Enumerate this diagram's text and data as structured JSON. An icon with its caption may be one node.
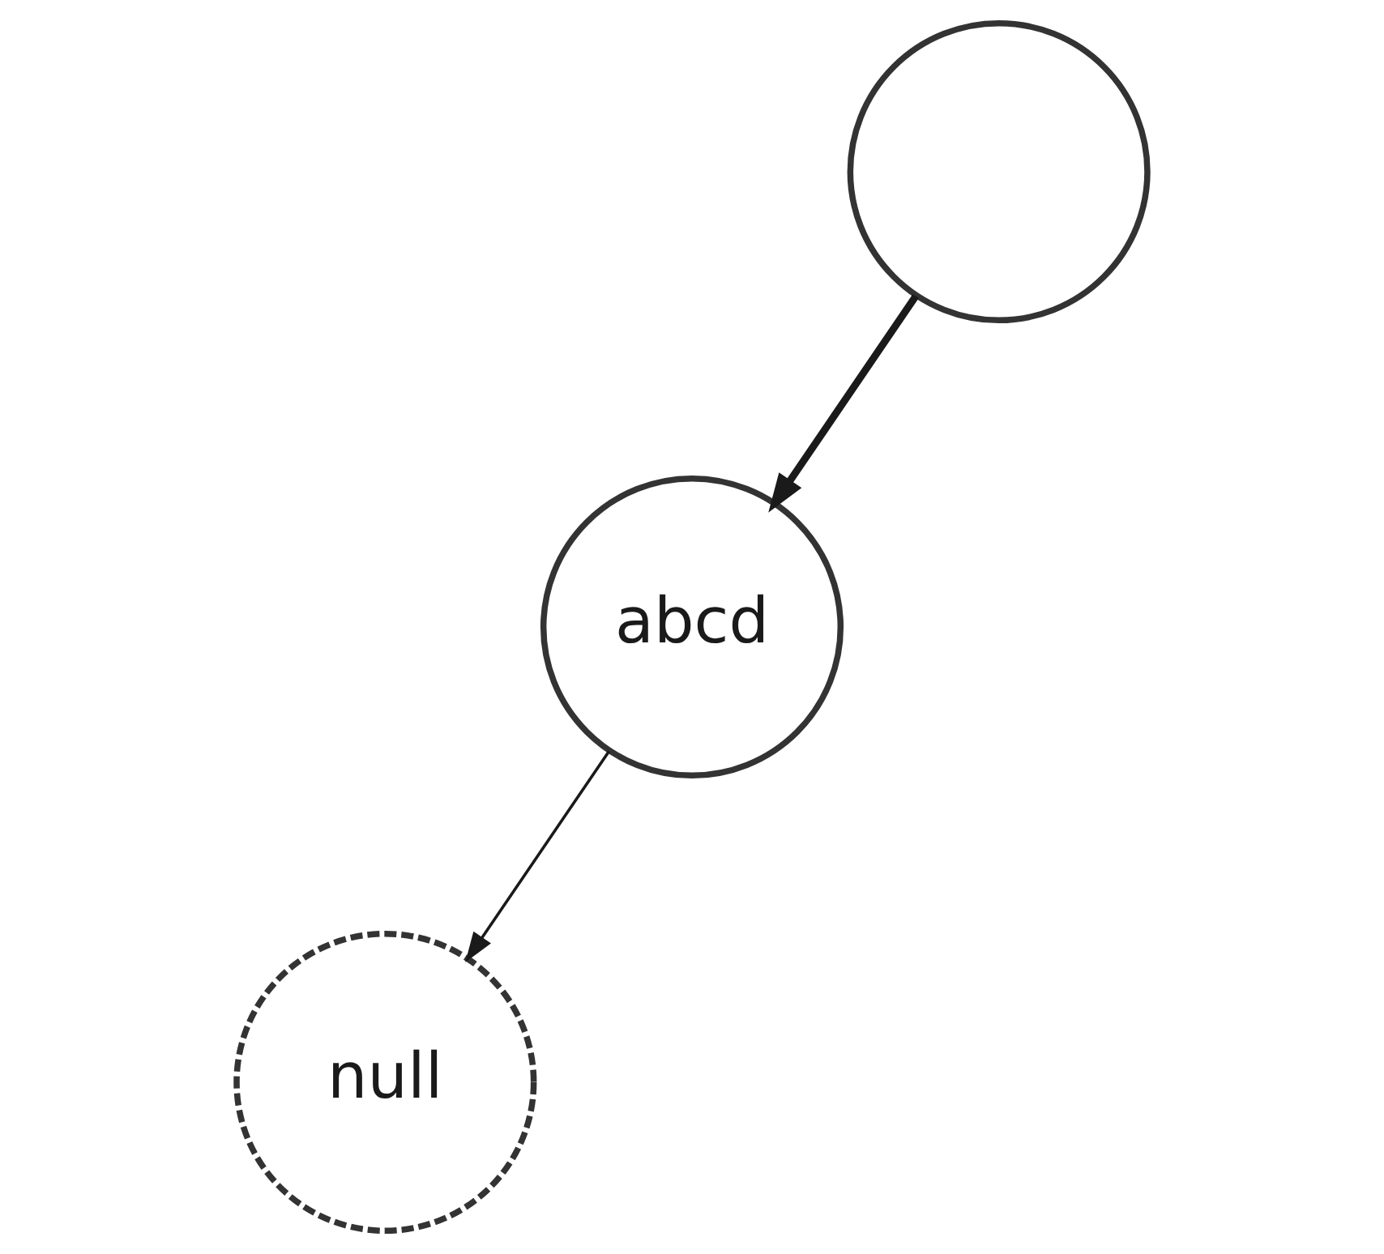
{
  "diagram": {
    "nodes": [
      {
        "text": [],
        "shape": "circle"
      },
      {
        "text": [
          "abcd"
        ]
      },
      {
        "text": [
          "null"
        ]
      }
    ],
    "edges": [
      {
        "from": 0,
        "to": 1,
        "arrow": "to",
        "style": "thick"
      },
      {
        "from": 1,
        "to": 2,
        "arrow": "to"
      }
    ]
  }
}
